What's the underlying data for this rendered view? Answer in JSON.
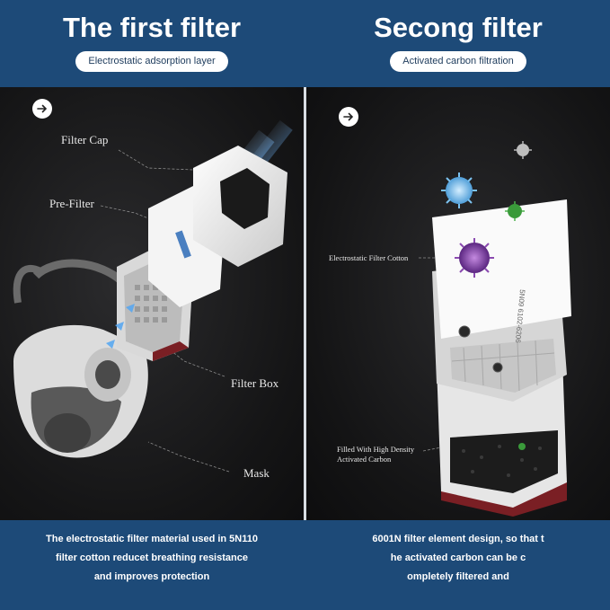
{
  "header": {
    "left": {
      "title": "The first filter",
      "subtitle": "Electrostatic adsorption layer"
    },
    "right": {
      "title": "Secong filter",
      "subtitle": "Activated carbon filtration"
    }
  },
  "left_panel": {
    "labels": {
      "filter_cap": "Filter Cap",
      "pre_filter": "Pre-Filter",
      "filter_box": "Filter Box",
      "mask": "Mask"
    },
    "nav_icon": "arrow-right-icon"
  },
  "right_panel": {
    "labels": {
      "filter_cotton": "Electrostatic Filter Cotton",
      "carbon_line1": "Filled With High Density",
      "carbon_line2": "Activated Carbon"
    },
    "nav_icon": "arrow-right-icon"
  },
  "footer": {
    "left": [
      "The electrostatic filter material used in 5N110",
      "filter cotton reducet breathing resistance",
      "and improves protection"
    ],
    "right": [
      "6001N filter element design, so that t",
      "he activated carbon can be c",
      "ompletely filtered and"
    ]
  },
  "colors": {
    "header_bg": "#1d4a78",
    "panel_bg": "#151516",
    "text": "#ffffff",
    "virus_blue": "#6fb6e6",
    "virus_purple": "#7a3fa0",
    "virus_green": "#3a9a3a",
    "filter_red": "#7a1f24"
  }
}
